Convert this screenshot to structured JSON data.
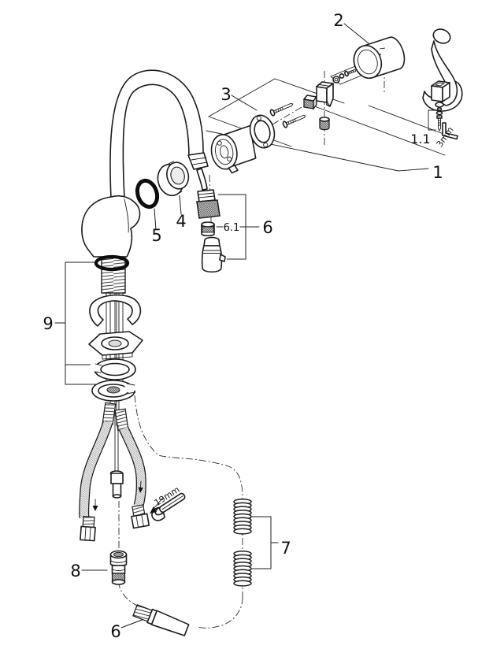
{
  "labels": {
    "part_1": "1",
    "part_1_1": "1.1",
    "part_2": "2",
    "part_3": "3",
    "part_4": "4",
    "part_5": "5",
    "part_6_1": "6.1",
    "part_6_mid": "6",
    "part_6_bottom": "6",
    "part_7": "7",
    "part_8": "8",
    "part_9": "9",
    "hex_key_size": "3mm",
    "wrench_size": "19mm"
  },
  "colors": {
    "line": "#1c1c1c",
    "background": "#ffffff"
  }
}
